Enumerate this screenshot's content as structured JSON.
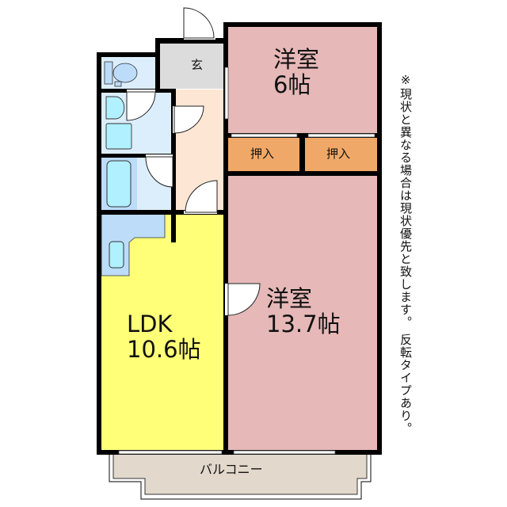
{
  "floorplan": {
    "colors": {
      "western_room": "#e6b8b8",
      "closet": "#f0a868",
      "ldk": "#ffff78",
      "entrance": "#dcdcdc",
      "hallway": "#fde6d4",
      "wet_area": "#dceefc",
      "fixture": "#b0f0ff",
      "kitchen_counter": "#bcdcfa",
      "balcony": "#e2d8cc",
      "wall": "#000000"
    },
    "rooms": {
      "entrance": {
        "label": "玄"
      },
      "western_room_1": {
        "label": "洋室",
        "size": "6帖"
      },
      "closet_1": {
        "label": "押入"
      },
      "closet_2": {
        "label": "押入"
      },
      "western_room_2": {
        "label": "洋室",
        "size": "13.7帖"
      },
      "ldk": {
        "label": "LDK",
        "size": "10.6帖"
      },
      "balcony": {
        "label": "バルコニー"
      }
    },
    "note": "※現状と異なる場合は現状優先と致します。 反転タイプあり。"
  }
}
